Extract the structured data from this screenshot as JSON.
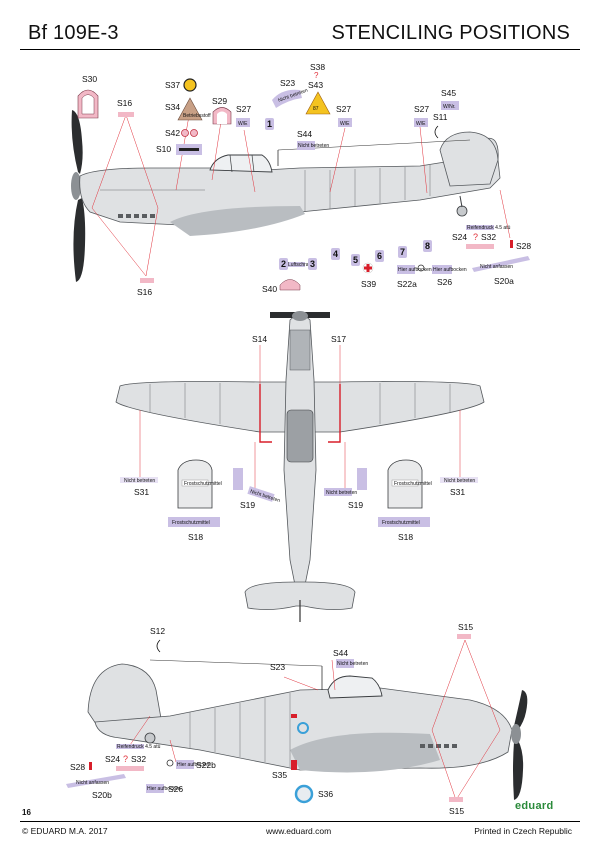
{
  "header": {
    "model": "Bf 109E-3",
    "sheet_title": "STENCILING POSITIONS"
  },
  "footer": {
    "copyright": "© EDUARD M.A. 2017",
    "website": "www.eduard.com",
    "printed": "Printed in Czech Republic",
    "page_number": "16",
    "brand": "eduard"
  },
  "colors": {
    "aircraft_grey": "#dfe1e3",
    "panel_line": "#6a6e72",
    "leader_red": "#e0303a",
    "decal_lilac": "#c9bfe4",
    "decal_pink": "#f2b8c6",
    "warning_yellow": "#f4c320",
    "walkway_red": "#d81e2a"
  },
  "left_side_view": {
    "stencil_labels": [
      "S30",
      "S16",
      "S37",
      "S34",
      "S29",
      "S42",
      "S10",
      "S23",
      "S38",
      "S43",
      "S27",
      "S44",
      "S45",
      "S27",
      "S27",
      "S11",
      "S24",
      "S32",
      "S28",
      "S20a",
      "S26",
      "S22a",
      "S39",
      "S40",
      "S16"
    ],
    "numbered_markers": [
      "1",
      "2",
      "3",
      "4",
      "5",
      "6",
      "7",
      "8"
    ],
    "decal_texts": {
      "s34": "Betriebsstoff",
      "s27": "W/E",
      "s45": "W/Nr.",
      "s44": "Nicht betreten",
      "s20a": "Nicht anfassen",
      "s22a": "Hier aufbocken",
      "s26": "Hier aufbocken",
      "s24": "Reifendruck 4.5 atü",
      "s43_value": "87",
      "s40": "Luftschraube",
      "s23": "Nicht betreten"
    }
  },
  "top_view": {
    "stencil_labels": [
      "S14",
      "S17",
      "S31",
      "S31",
      "S19",
      "S19",
      "S18",
      "S18"
    ],
    "decal_texts": {
      "s31": "Nicht betreten",
      "s19": "Nicht betreten",
      "s18": "Frostschutzmittel",
      "s18_plate": "Frostschutzmittel"
    }
  },
  "right_side_view": {
    "stencil_labels": [
      "S12",
      "S23",
      "S44",
      "S15",
      "S28",
      "S24",
      "S32",
      "S22b",
      "S26",
      "S20b",
      "S35",
      "S36",
      "S15"
    ],
    "decal_texts": {
      "s20b": "Nicht anfassen",
      "s22b": "Hier aufbocken",
      "s26": "Hier aufbocken",
      "s44": "Nicht betreten",
      "s24": "Reifendruck 4.5 atü"
    }
  }
}
